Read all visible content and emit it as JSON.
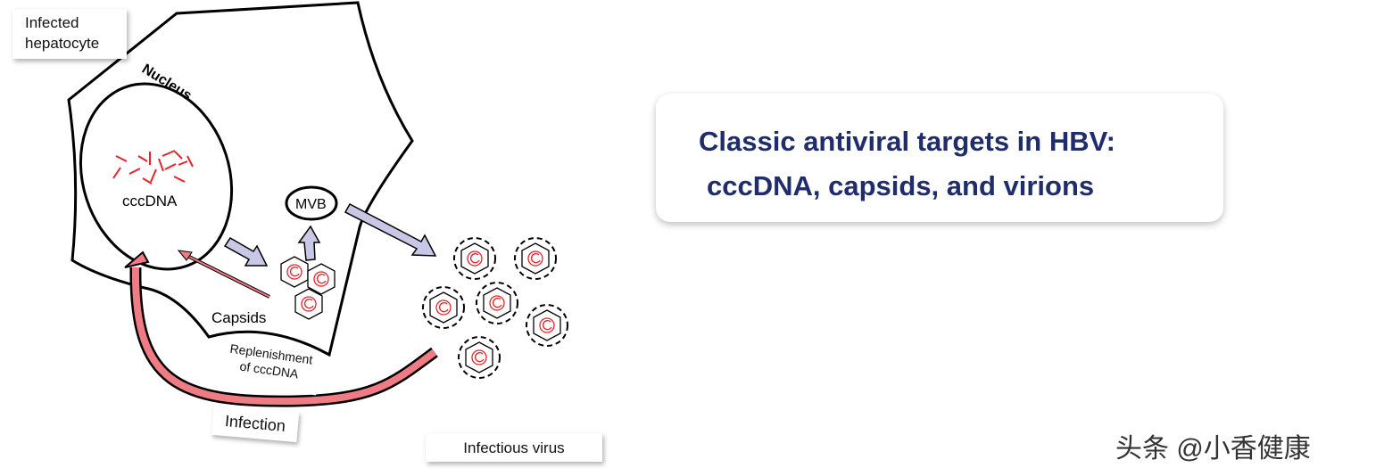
{
  "labels": {
    "cell": [
      "Infected",
      "hepatocyte"
    ],
    "nucleus": "Nucleus",
    "cccdna": "cccDNA",
    "mvb": "MVB",
    "capsids": "Capsids",
    "replenishment": [
      "Replenishment",
      "of cccDNA"
    ],
    "infection": "Infection",
    "infectious_virus": "Infectious virus"
  },
  "title": {
    "line1": "Classic antiviral targets in HBV:",
    "line2": "cccDNA, capsids, and virions"
  },
  "watermark": "头条 @小香健康",
  "colors": {
    "title": "#1f2d6b",
    "dna": "#e8222b",
    "arrow_lavender": "#c8c8e6",
    "arrow_pink": "#ef7b84"
  }
}
